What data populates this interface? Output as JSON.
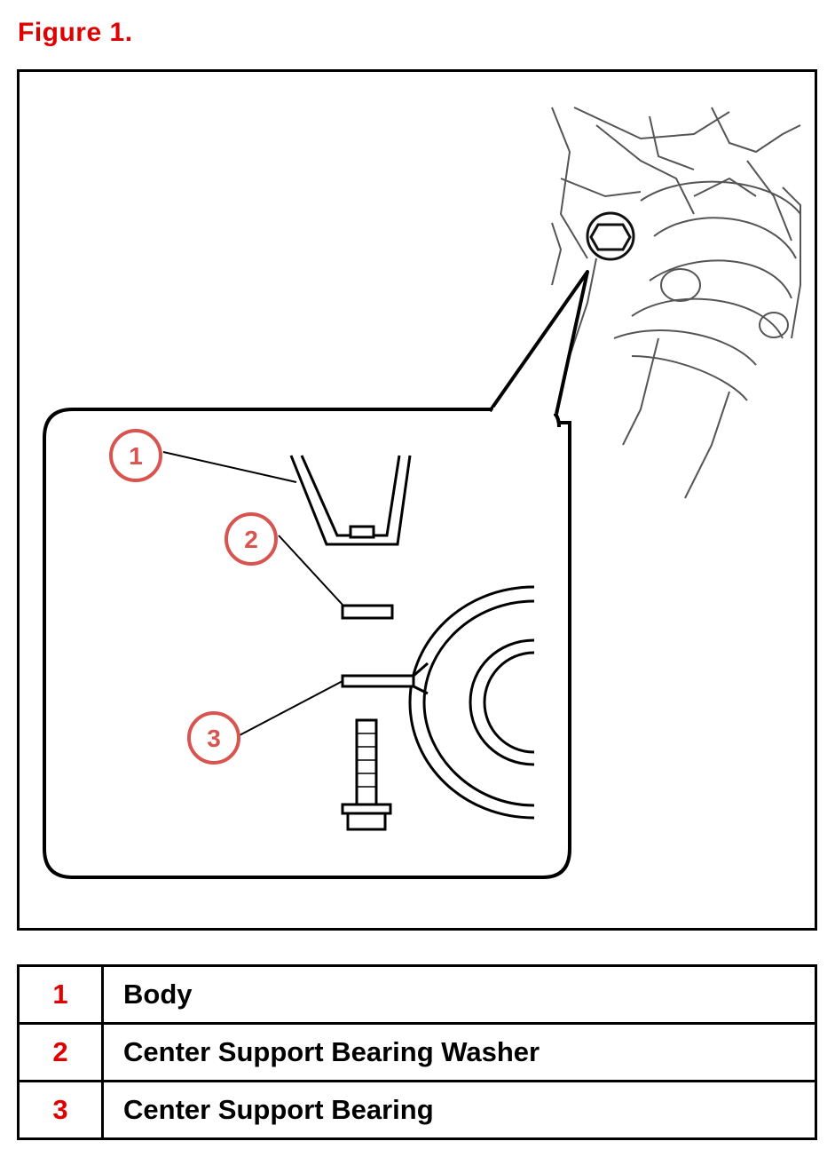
{
  "figure": {
    "title": "Figure 1."
  },
  "callouts": [
    "1",
    "2",
    "3"
  ],
  "legend": [
    {
      "num": "1",
      "label": "Body"
    },
    {
      "num": "2",
      "label": "Center Support Bearing Washer"
    },
    {
      "num": "3",
      "label": "Center Support Bearing"
    }
  ],
  "colors": {
    "title": "#e00000",
    "callout": "#d9534f",
    "line": "#000000"
  }
}
